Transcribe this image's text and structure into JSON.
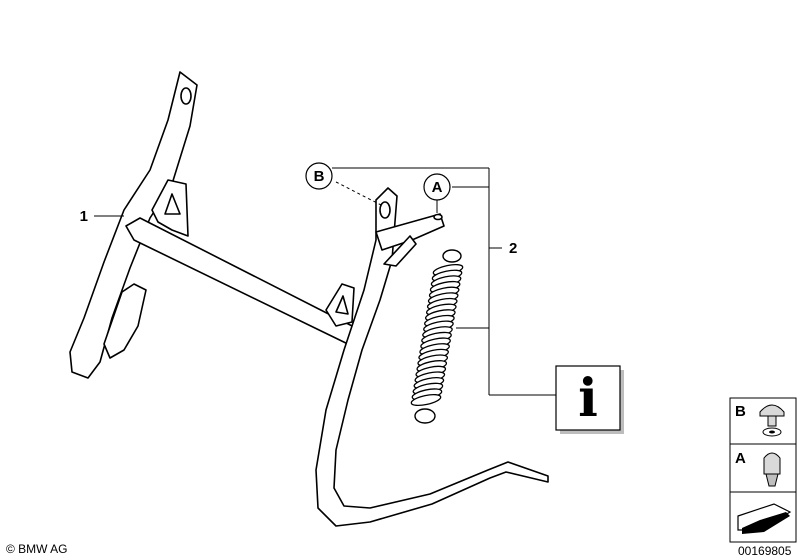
{
  "callouts": {
    "part1": "1",
    "part2": "2",
    "ref_A": "A",
    "ref_B": "B"
  },
  "legend": {
    "b_label": "B",
    "a_label": "A"
  },
  "info_icon": "i",
  "copyright": "© BMW AG",
  "diagram_number": "00169805"
}
